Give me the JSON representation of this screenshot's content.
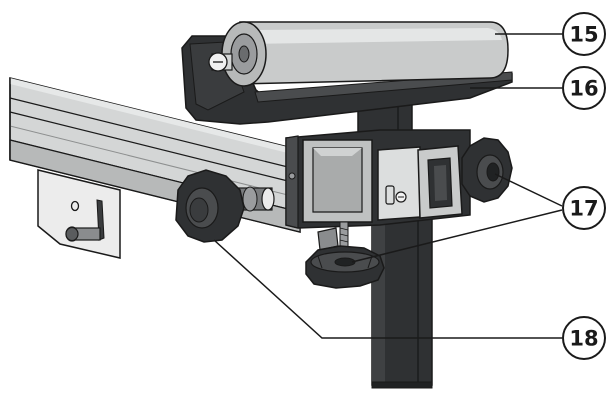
{
  "callouts": [
    {
      "id": "15",
      "label": "15"
    },
    {
      "id": "16",
      "label": "16"
    },
    {
      "id": "17",
      "label": "17"
    },
    {
      "id": "18",
      "label": "18"
    }
  ],
  "colors": {
    "line": "#1a1a1a",
    "rail": "#d4d6d6",
    "rail_shadow": "#b7b9b9",
    "roller": "#c9cbcb",
    "roller_shine": "#e4e6e6",
    "dark_plastic": "#2f3133",
    "darker_plastic": "#202223",
    "mid_plastic": "#4a4c4e",
    "metal_block": "#bfc1c1",
    "metal_light": "#dcdede",
    "bracket": "#ececec"
  }
}
